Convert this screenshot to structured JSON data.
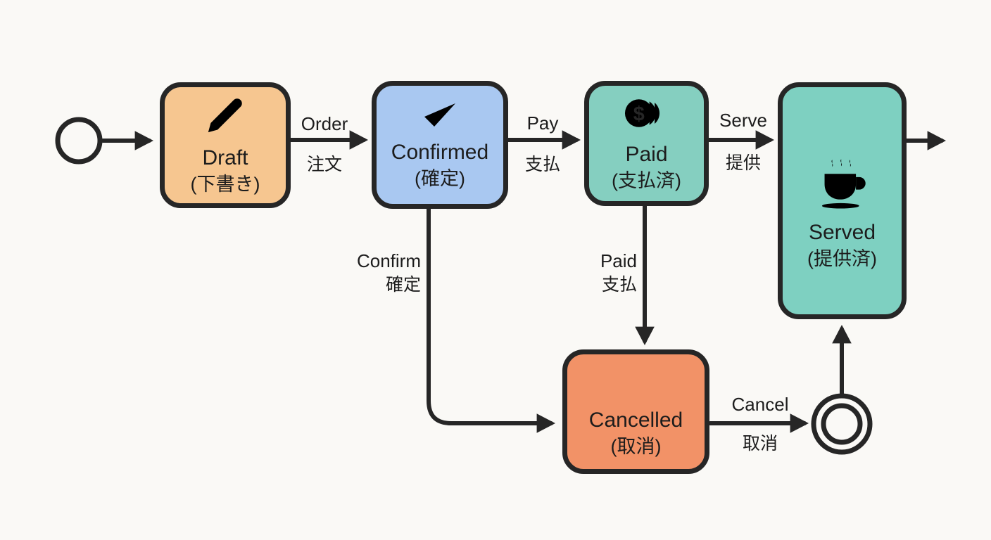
{
  "diagram": {
    "type": "state-machine",
    "language": "English / Japanese",
    "colors": {
      "background": "#faf9f6",
      "stroke": "#262626",
      "draft_fill": "#f6c690",
      "confirmed_fill": "#a9c8f1",
      "paid_fill": "#85cfc0",
      "served_fill": "#7ed0c1",
      "cancelled_fill": "#f29267"
    },
    "nodes": {
      "start": "initial-state-circle",
      "end": "final-state-double-circle"
    },
    "states": [
      {
        "id": "draft",
        "label": "Draft",
        "label_ja": "(下書き)",
        "icon": "pencil-icon",
        "fill": "#f6c690"
      },
      {
        "id": "confirmed",
        "label": "Confirmed",
        "label_ja": "(確定)",
        "icon": "check-icon",
        "fill": "#a9c8f1"
      },
      {
        "id": "paid",
        "label": "Paid",
        "label_ja": "(支払済)",
        "icon": "coins-icon",
        "fill": "#85cfc0"
      },
      {
        "id": "served",
        "label": "Served",
        "label_ja": "(提供済)",
        "icon": "coffee-cup-icon",
        "fill": "#7ed0c1"
      },
      {
        "id": "cancelled",
        "label": "Cancelled",
        "label_ja": "(取消)",
        "icon": "x-icon",
        "fill": "#f29267"
      }
    ],
    "transitions": [
      {
        "label": "Order",
        "label_ja": "注文",
        "from": "Draft",
        "to": "Confirmed"
      },
      {
        "label": "Pay",
        "label_ja": "支払",
        "from": "Confirmed",
        "to": "Paid"
      },
      {
        "label": "Serve",
        "label_ja": "提供",
        "from": "Paid",
        "to": "Served"
      },
      {
        "label": "Confirm",
        "label_ja": "確定",
        "from": "Confirmed",
        "to": "Cancelled"
      },
      {
        "label": "Paid",
        "label_ja": "支払",
        "from": "Paid",
        "to": "Cancelled"
      },
      {
        "label": "Cancel",
        "label_ja": "取消",
        "from": "Cancelled",
        "to": "End"
      }
    ]
  }
}
